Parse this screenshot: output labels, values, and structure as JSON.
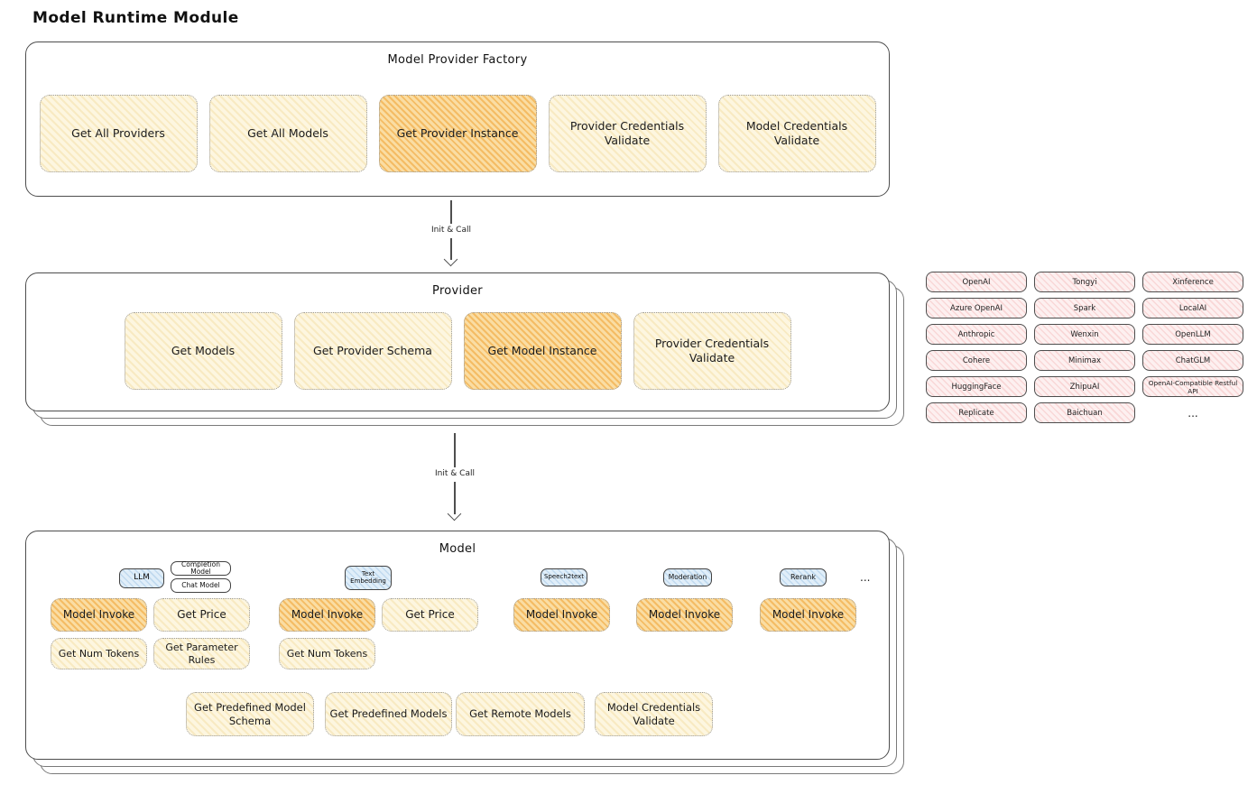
{
  "page_title": "Model Runtime Module",
  "arrows": {
    "init_call": "Init & Call"
  },
  "factory": {
    "title": "Model Provider Factory",
    "buttons": [
      "Get All Providers",
      "Get All Models",
      "Get Provider Instance",
      "Provider Credentials Validate",
      "Model Credentials Validate"
    ],
    "highlighted": "Get Provider Instance"
  },
  "provider": {
    "title": "Provider",
    "buttons": [
      "Get Models",
      "Get Provider Schema",
      "Get Model Instance",
      "Provider Credentials Validate"
    ],
    "highlighted": "Get Model Instance"
  },
  "providers_list": {
    "col1": [
      "OpenAI",
      "Azure OpenAI",
      "Anthropic",
      "Cohere",
      "HuggingFace",
      "Replicate"
    ],
    "col2": [
      "Tongyi",
      "Spark",
      "Wenxin",
      "Minimax",
      "ZhipuAI",
      "Baichuan"
    ],
    "col3": [
      "Xinference",
      "LocalAI",
      "OpenLLM",
      "ChatGLM",
      "OpenAI-Compatible Restful API"
    ],
    "more": "..."
  },
  "model": {
    "title": "Model",
    "types": [
      "LLM",
      "Completion Model",
      "Chat Model",
      "Text Embedding",
      "Speech2text",
      "Moderation",
      "Rerank"
    ],
    "more": "...",
    "actions": {
      "model_invoke": "Model Invoke",
      "get_price": "Get Price",
      "get_num_tokens": "Get Num Tokens",
      "get_parameter_rules": "Get Parameter Rules",
      "get_predefined_model_schema": "Get Predefined Model Schema",
      "get_predefined_models": "Get Predefined Models",
      "get_remote_models": "Get Remote Models",
      "model_credentials_validate": "Model Credentials Validate"
    }
  },
  "colors": {
    "node_light_fill": "#fdf6e0",
    "node_highlight_fill": "#f9d68f",
    "tab_blue_fill": "#e0eef9",
    "provider_chip_fill": "#fdf0f0",
    "border_dark": "#4d4d4d"
  }
}
